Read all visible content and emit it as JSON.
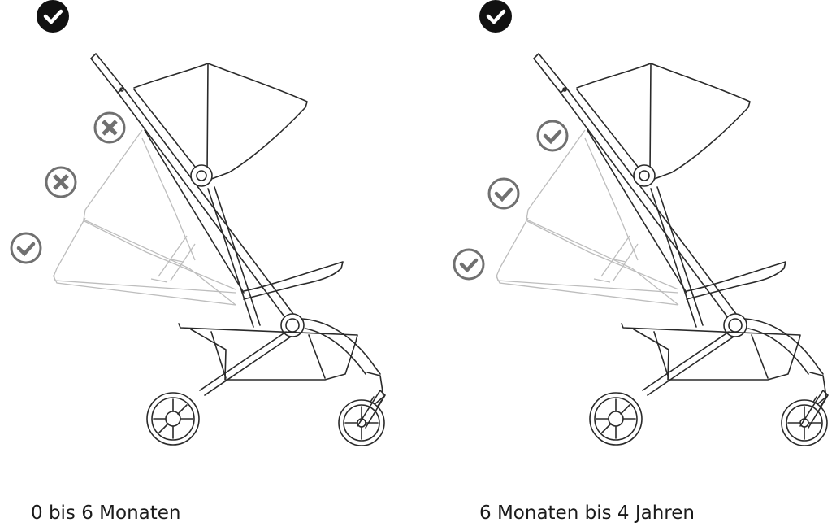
{
  "panels": [
    {
      "caption": "0 bis 6 Monaten",
      "recline_positions": [
        {
          "position": "upright",
          "status": "allowed",
          "icon": "check-icon"
        },
        {
          "position": "middle",
          "status": "not-allowed",
          "icon": "x-icon"
        },
        {
          "position": "reclined",
          "status": "not-allowed",
          "icon": "x-icon"
        },
        {
          "position": "flat",
          "status": "allowed",
          "icon": "check-icon"
        }
      ]
    },
    {
      "caption": "6 Monaten bis 4 Jahren",
      "recline_positions": [
        {
          "position": "upright",
          "status": "allowed",
          "icon": "check-icon"
        },
        {
          "position": "middle",
          "status": "allowed",
          "icon": "check-icon"
        },
        {
          "position": "reclined",
          "status": "allowed",
          "icon": "check-icon"
        },
        {
          "position": "flat",
          "status": "allowed",
          "icon": "check-icon"
        }
      ]
    }
  ],
  "colors": {
    "line": "#2a2a2a",
    "ghost": "#b8b8b8",
    "status_icon": "#707070",
    "badge": "#111111"
  }
}
